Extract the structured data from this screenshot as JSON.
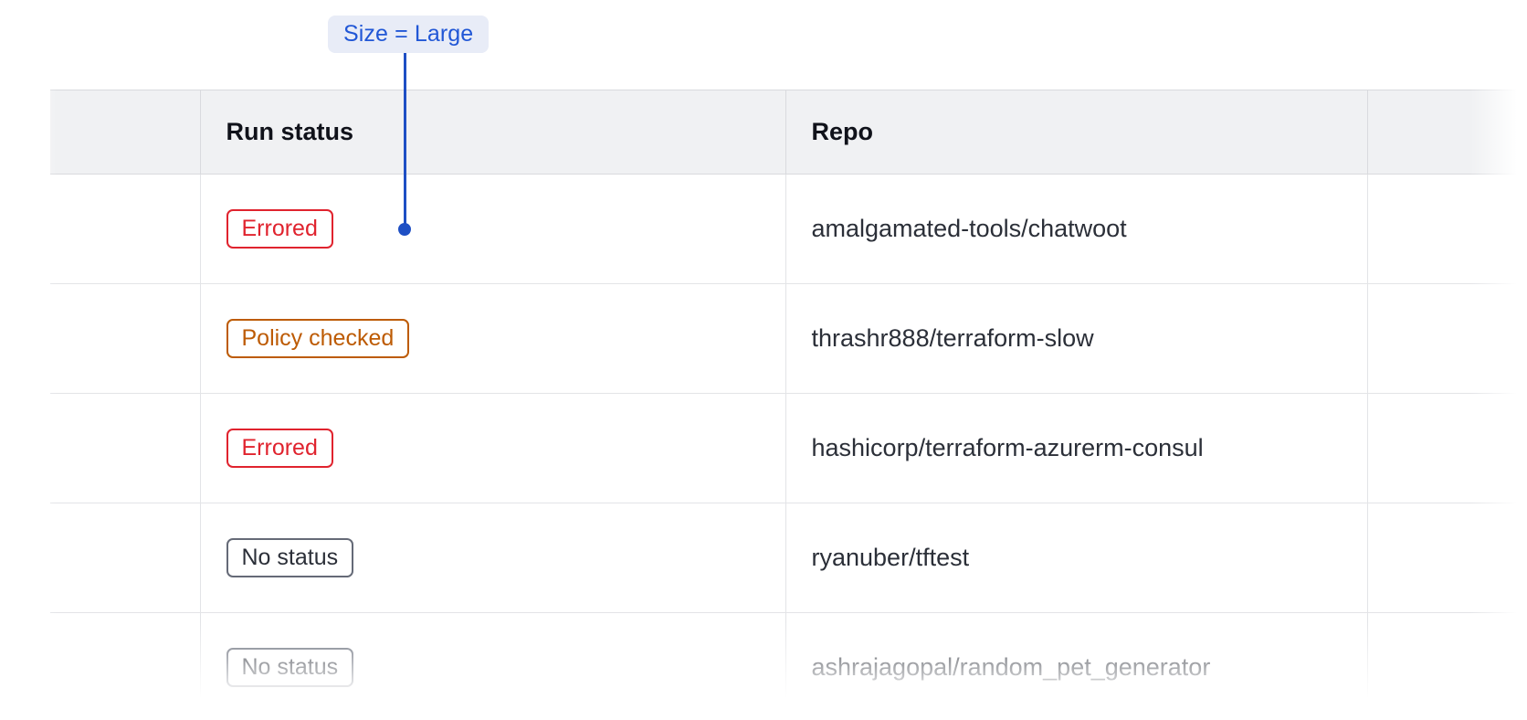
{
  "annotation": {
    "label": "Size = Large",
    "accent_color": "#1e4fc4",
    "badge_background": "#e8ecf7",
    "badge_text_color": "#2157d6",
    "anchor_row_index": 0
  },
  "table": {
    "columns": [
      {
        "key": "spacer",
        "label": ""
      },
      {
        "key": "run_status",
        "label": "Run status"
      },
      {
        "key": "repo",
        "label": "Repo"
      },
      {
        "key": "tail",
        "label": ""
      }
    ],
    "rows": [
      {
        "run_status": "Errored",
        "status_variant": "errored",
        "repo": "amalgamated-tools/chatwoot"
      },
      {
        "run_status": "Policy checked",
        "status_variant": "policy-checked",
        "repo": "thrashr888/terraform-slow"
      },
      {
        "run_status": "Errored",
        "status_variant": "errored",
        "repo": "hashicorp/terraform-azurerm-consul"
      },
      {
        "run_status": "No status",
        "status_variant": "no-status",
        "repo": "ryanuber/tftest"
      },
      {
        "run_status": "No status",
        "status_variant": "no-status",
        "repo": "ashrajagopal/random_pet_generator"
      }
    ]
  },
  "colors": {
    "header_background": "#f0f1f3",
    "border": "#d9dade",
    "row_border": "#e3e4e7",
    "errored": "#e0232e",
    "policy_checked": "#bd5b04",
    "no_status": "#656a77",
    "text": "#2b2f38"
  }
}
